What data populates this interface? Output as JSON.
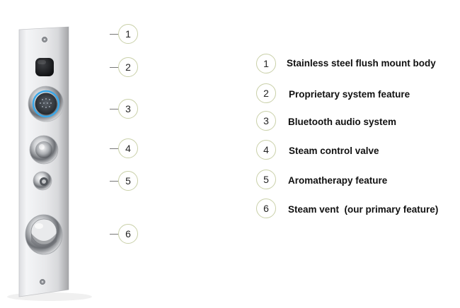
{
  "colors": {
    "panel_steel": "#e8e9eb",
    "circle_border": "#c9d0a8",
    "bluetooth_ring": "#3aa7e8",
    "label_text": "#111111"
  },
  "callouts": [
    {
      "number": "1"
    },
    {
      "number": "2"
    },
    {
      "number": "3"
    },
    {
      "number": "4"
    },
    {
      "number": "5"
    },
    {
      "number": "6"
    }
  ],
  "legend": [
    {
      "number": "1",
      "label": "Stainless steel flush mount body"
    },
    {
      "number": "2",
      "label": "Proprietary system feature"
    },
    {
      "number": "3",
      "label": "Bluetooth audio system"
    },
    {
      "number": "4",
      "label": "Steam control valve"
    },
    {
      "number": "5",
      "label": "Aromatherapy feature"
    },
    {
      "number": "6",
      "label": "Steam vent  (our primary feature)"
    }
  ]
}
